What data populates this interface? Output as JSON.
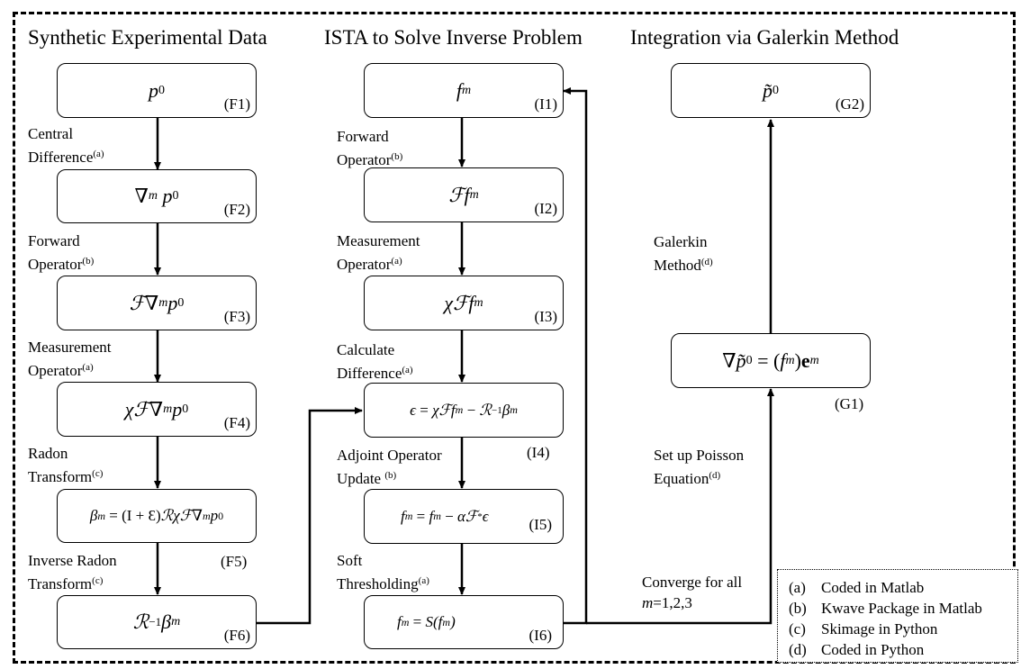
{
  "columns": {
    "synthetic": "Synthetic Experimental Data",
    "ista": "ISTA to Solve Inverse Problem",
    "galerkin": "Integration via Galerkin Method"
  },
  "boxes": {
    "F1": {
      "tag": "(F1)"
    },
    "F2": {
      "tag": "(F2)"
    },
    "F3": {
      "tag": "(F3)"
    },
    "F4": {
      "tag": "(F4)"
    },
    "F5": {
      "tag": "(F5)"
    },
    "F6": {
      "tag": "(F6)"
    },
    "I1": {
      "tag": "(I1)"
    },
    "I2": {
      "tag": "(I2)"
    },
    "I3": {
      "tag": "(I3)"
    },
    "I4": {
      "tag": "(I4)"
    },
    "I5": {
      "tag": "(I5)"
    },
    "I6": {
      "tag": "(I6)"
    },
    "G1": {
      "tag": "(G1)"
    },
    "G2": {
      "tag": "(G2)"
    }
  },
  "labels": {
    "central_difference_1": "Central",
    "central_difference_2": "Difference",
    "forward_op_1": "Forward",
    "forward_op_2": "Operator",
    "measurement_1": "Measurement",
    "measurement_2": "Operator",
    "radon_1": "Radon",
    "radon_2": "Transform",
    "inverse_radon_1": "Inverse Radon",
    "inverse_radon_2": "Transform",
    "i_forward_1": "Forward",
    "i_forward_2": "Operator",
    "i_measurement_1": "Measurement",
    "i_measurement_2": "Operator",
    "calc_diff_1": "Calculate",
    "calc_diff_2": "Difference",
    "adjoint_1": "Adjoint Operator",
    "adjoint_2": "Update ",
    "soft_1": "Soft",
    "soft_2": "Thresholding",
    "galerkin_1": "Galerkin",
    "galerkin_2": "Method",
    "poisson_1": "Set up Poisson",
    "poisson_2": "Equation",
    "converge_1": "Converge for all",
    "converge_2_var": "m",
    "converge_2_rest": "=1,2,3"
  },
  "superscripts": {
    "a": "(a)",
    "b": "(b)",
    "c": "(c)",
    "d": "(d)"
  },
  "legend": [
    {
      "key": "(a)",
      "text": "Coded in Matlab"
    },
    {
      "key": "(b)",
      "text": "Kwave Package in Matlab"
    },
    {
      "key": "(c)",
      "text": "Skimage in Python"
    },
    {
      "key": "(d)",
      "text": "Coded in Python"
    }
  ]
}
